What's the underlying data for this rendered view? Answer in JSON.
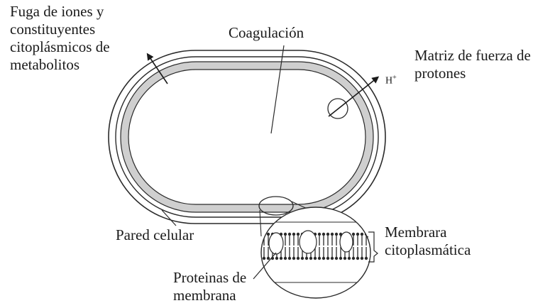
{
  "labels": {
    "leak": [
      "Fuga de iones y",
      "constituyentes",
      "citoplásmicos de",
      "metabolitos"
    ],
    "coagulation": "Coagulación",
    "pmf": [
      "Matriz de fuerza de",
      "protones"
    ],
    "proton": "H",
    "proton_superscript": "+",
    "cell_wall": "Pared celular",
    "membrane": [
      "Membrara",
      "citoplasmática"
    ],
    "proteins": [
      "Proteinas de",
      "membrana"
    ]
  },
  "colors": {
    "membrane_band": "#cfcfcf",
    "stroke": "#2a2a2a"
  }
}
